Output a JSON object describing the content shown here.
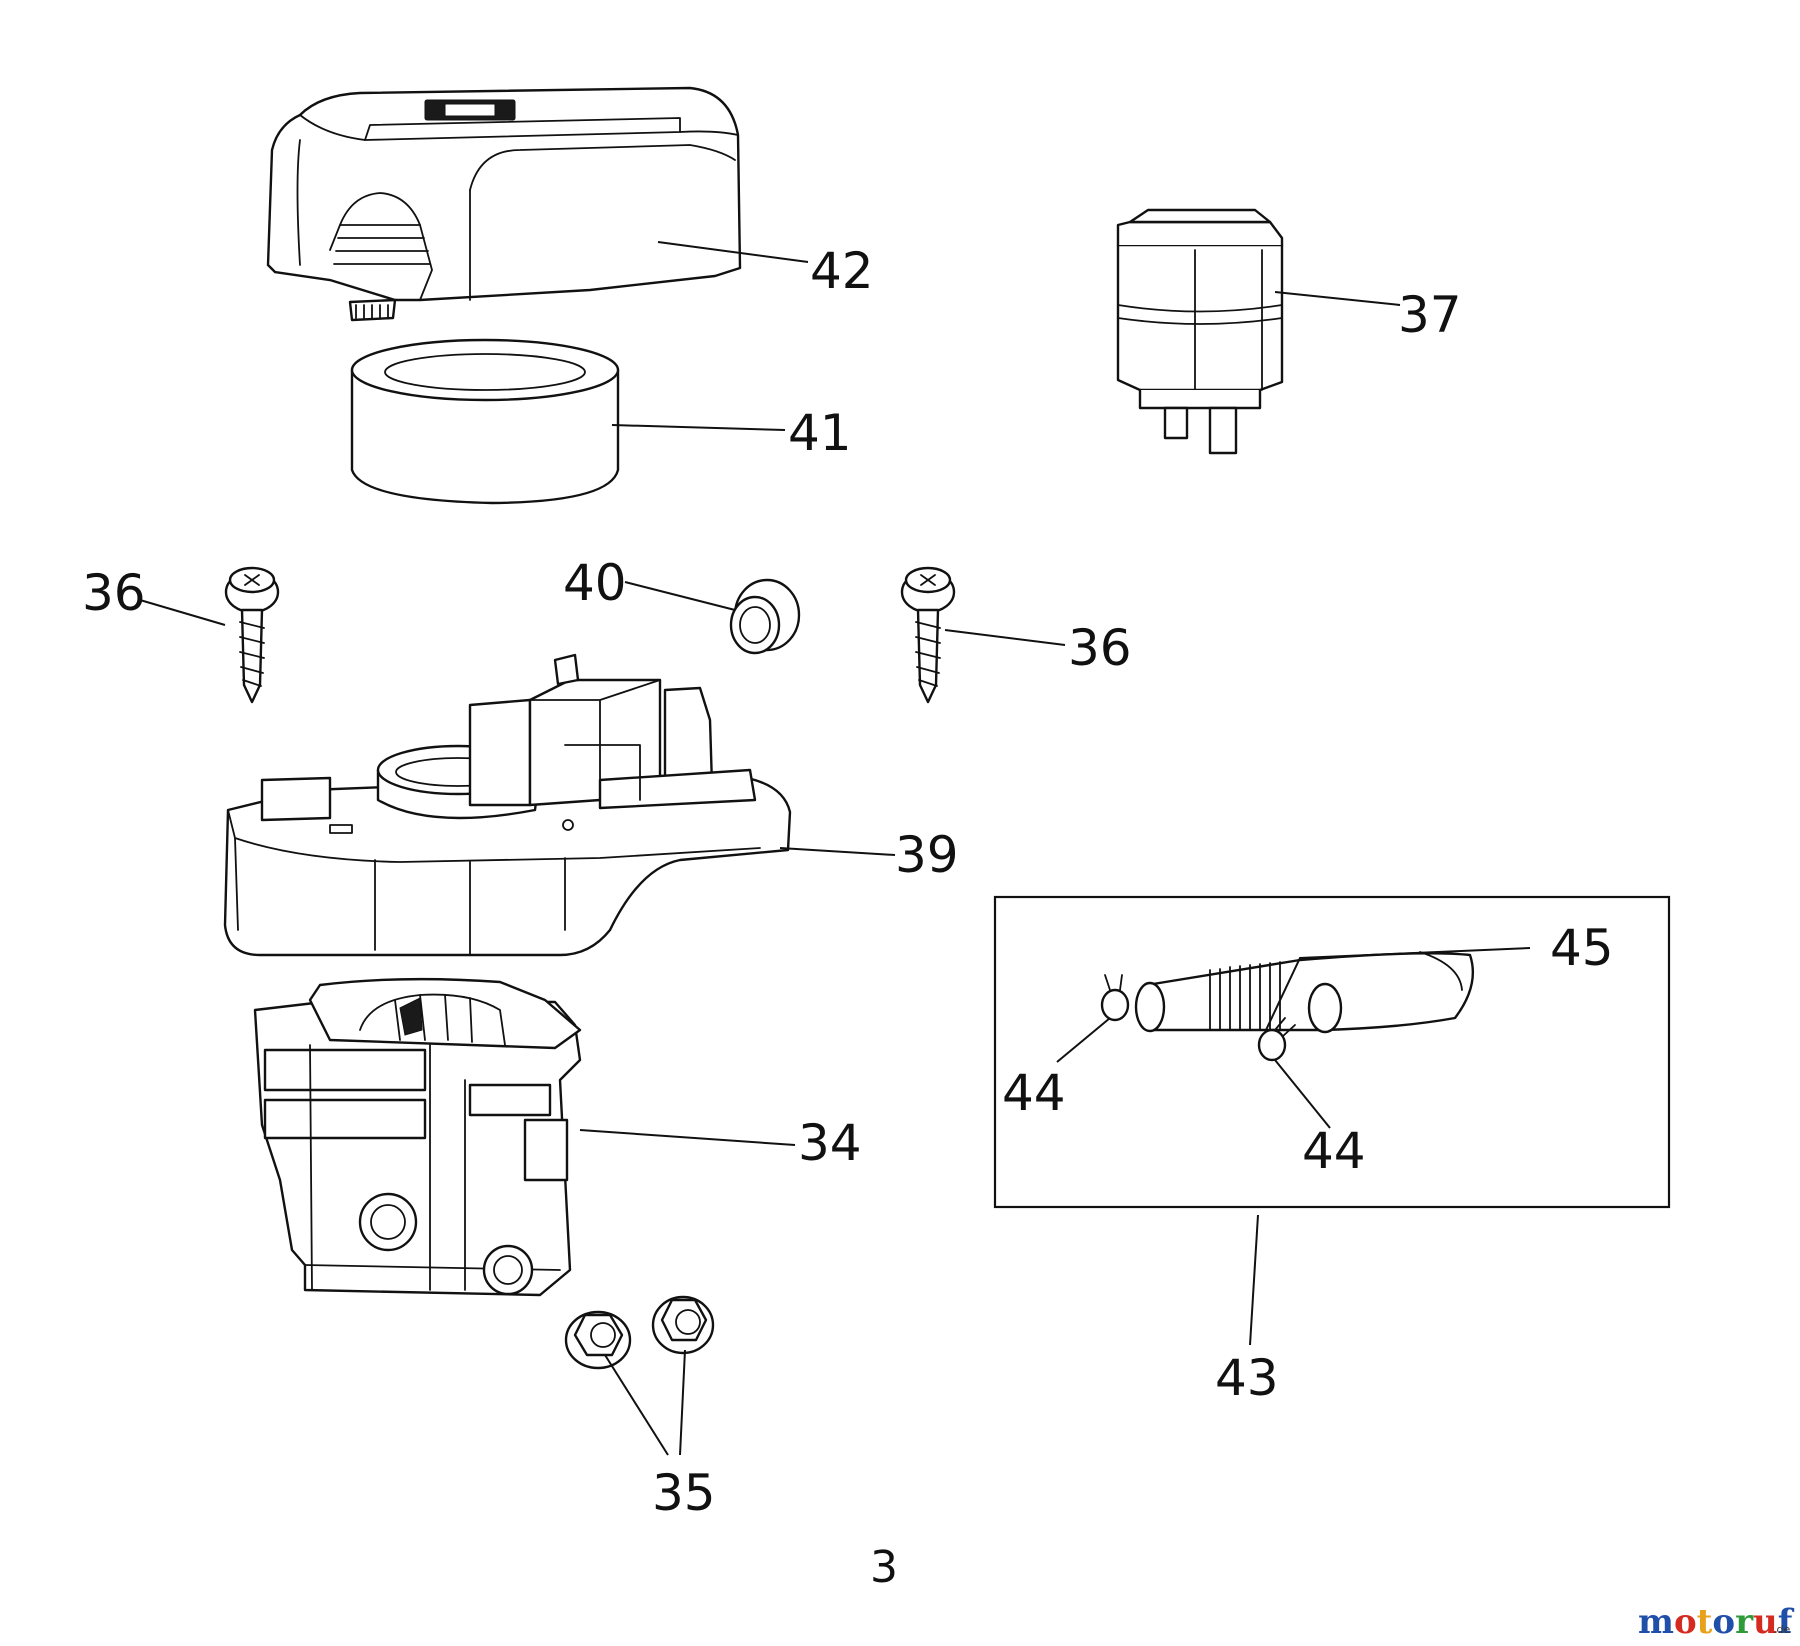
{
  "callouts": {
    "p34": "34",
    "p35": "35",
    "p36a": "36",
    "p36b": "36",
    "p37": "37",
    "p39": "39",
    "p40": "40",
    "p41": "41",
    "p42": "42",
    "p43": "43",
    "p44a": "44",
    "p44b": "44",
    "p45": "45"
  },
  "page_number": "3",
  "watermark": {
    "brand": "motoruf",
    "suffix": ".de",
    "colors": [
      "#1f4fa8",
      "#d42a1f",
      "#e8a21a",
      "#1f4fa8",
      "#2f9a3a",
      "#d42a1f",
      "#1f4fa8"
    ]
  }
}
